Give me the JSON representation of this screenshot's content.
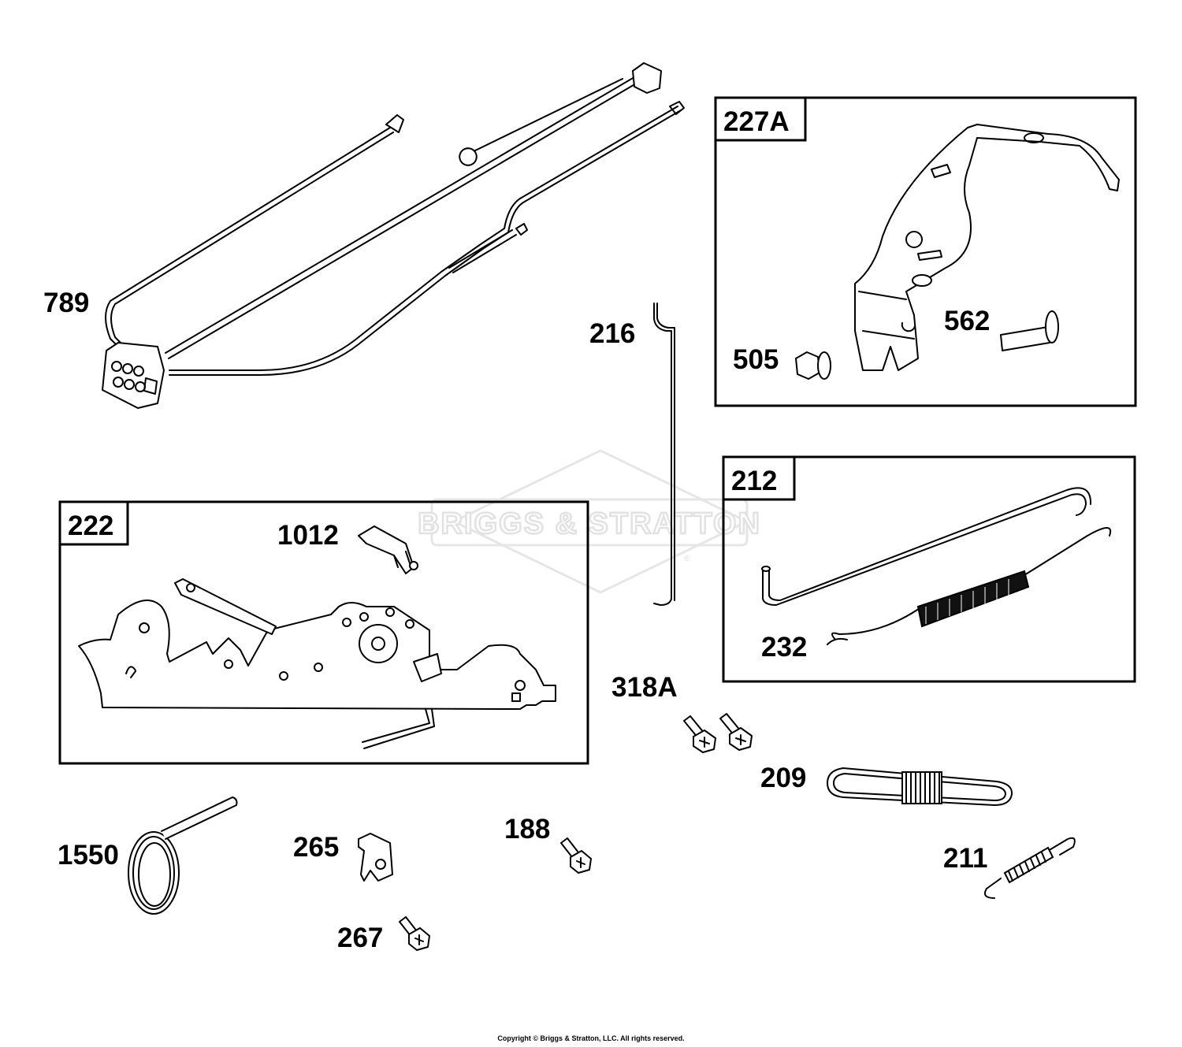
{
  "watermark": {
    "brand": "BRIGGS & STRATTON",
    "registered_mark": "®"
  },
  "boxes": {
    "b227A": "227A",
    "b212": "212",
    "b222": "222"
  },
  "labels": {
    "p789": "789",
    "p216": "216",
    "p505": "505",
    "p562": "562",
    "p232": "232",
    "p1012": "1012",
    "p318A": "318A",
    "p209": "209",
    "p1550": "1550",
    "p265": "265",
    "p188": "188",
    "p211": "211",
    "p267": "267"
  },
  "footer": {
    "copyright": "Copyright © Briggs & Stratton, LLC. All rights reserved."
  }
}
